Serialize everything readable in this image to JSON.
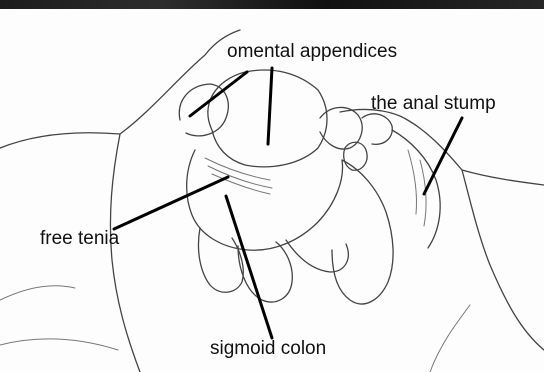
{
  "figure": {
    "labels": {
      "omental_appendices": "omental appendices",
      "anal_stump": "the anal stump",
      "free_tenia": "free tenia",
      "sigmoid_colon": "sigmoid colon"
    },
    "colors": {
      "background": "#fdfdfd",
      "line_art": "#444444",
      "leader_lines": "#000000",
      "top_band": "#1c1c1c"
    }
  }
}
